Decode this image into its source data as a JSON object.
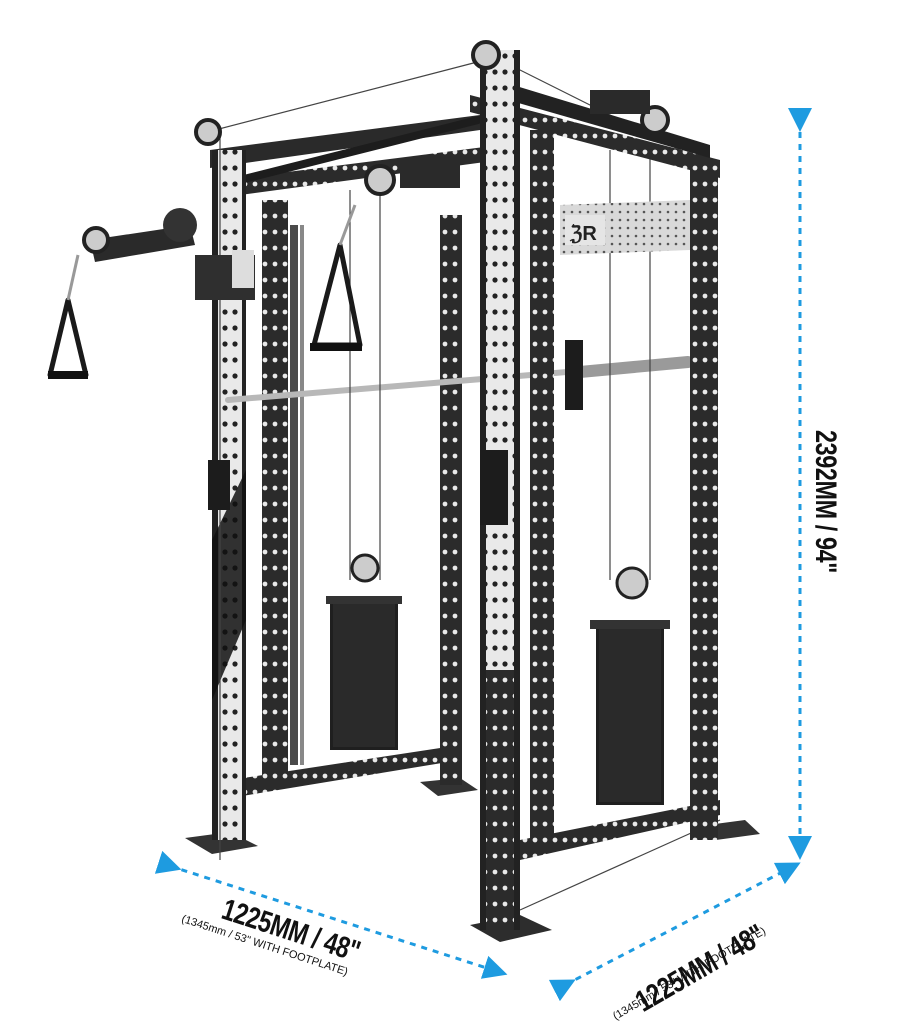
{
  "image": {
    "description": "Isometric render of a black and silver power rack / functional trainer with cable pulleys, two weight stacks, Smith-style barbell, pull-up bar and D-handle attachments, annotated with dimension arrows",
    "accent_color": "#1e9be0",
    "frame_color": "#2a2a2a",
    "upright_highlight_color": "#e6e6e6"
  },
  "dimensions": {
    "height": {
      "main": "2392MM / 94\""
    },
    "width_left": {
      "main": "1225MM / 48\"",
      "sub": "(1345mm / 53\" WITH FOOTPLATE)"
    },
    "depth_right": {
      "main": "1225MM / 48\"",
      "sub": "(1345mm / 53\" WITH FOOTPLATE)"
    }
  },
  "components": {
    "pulleys": [
      "top-left-pulley",
      "top-center-pulley",
      "top-right-pulley",
      "arm-pulley",
      "left-stack-pulley",
      "right-stack-pulley"
    ],
    "handles": [
      "left-d-handle",
      "center-d-handle"
    ],
    "weight_stacks": [
      "left-weight-stack",
      "right-weight-stack"
    ],
    "bars": [
      "pull-up-bar",
      "smith-barbell"
    ],
    "branding_plate": "logo-plate"
  }
}
